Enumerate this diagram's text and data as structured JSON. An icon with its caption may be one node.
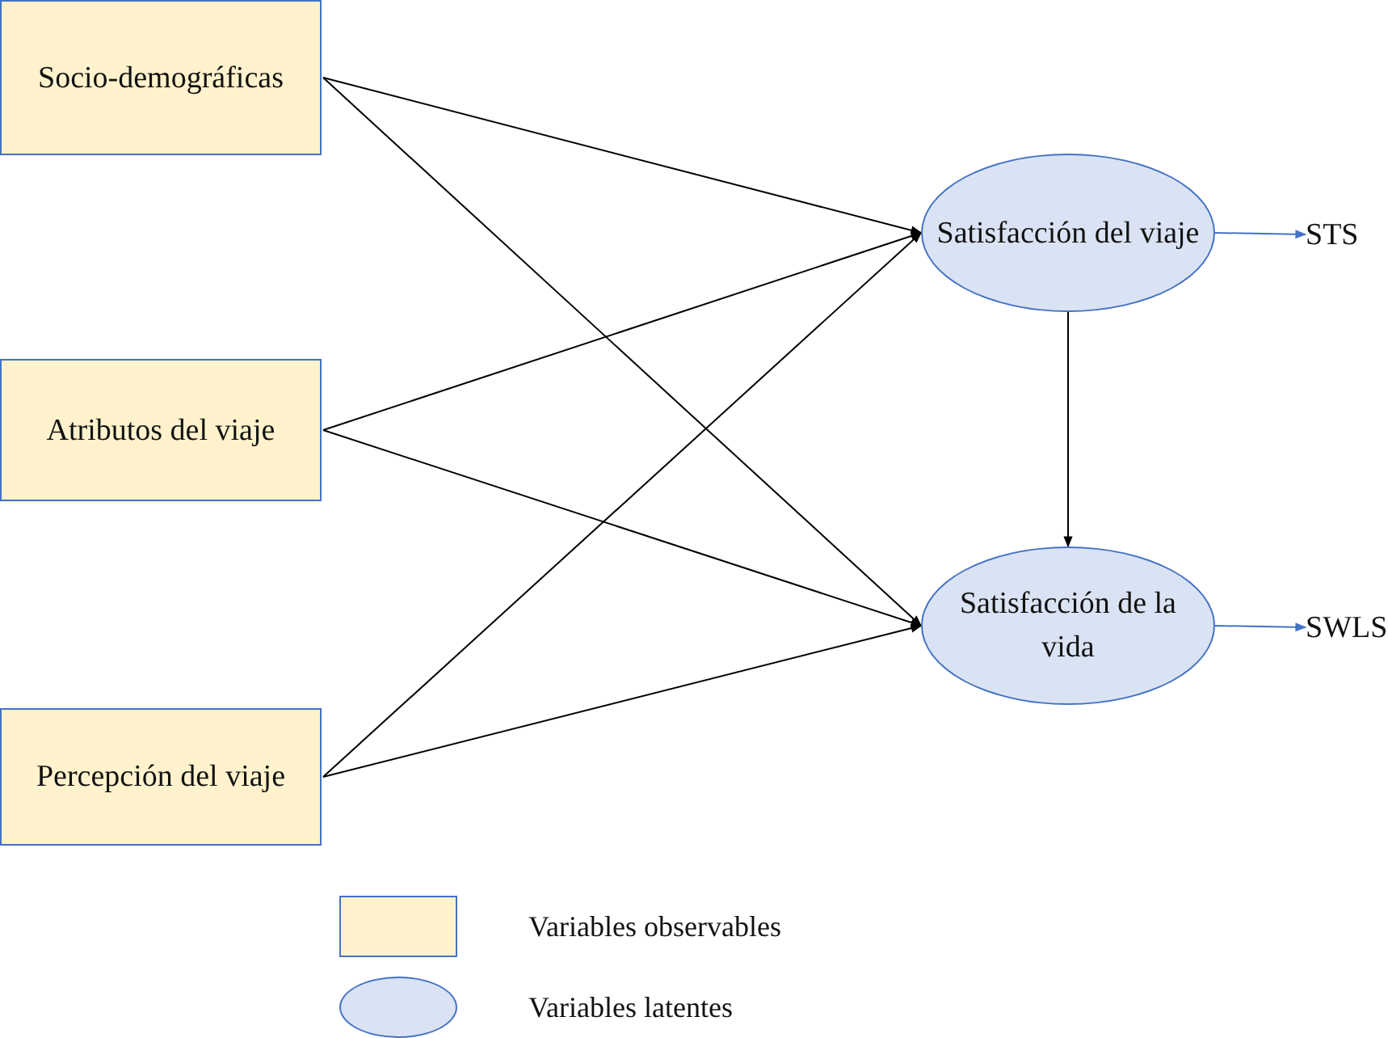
{
  "diagram": {
    "nodes": [
      {
        "text": [
          "Socio-demográficas"
        ]
      },
      {
        "text": [
          "Atributos del viaje"
        ]
      },
      {
        "text": [
          "Percepción del viaje"
        ]
      },
      {
        "text": [
          "Satisfacción del viaje"
        ]
      },
      {
        "text": [
          "Satisfacción de la vida"
        ]
      },
      {
        "text": [
          "STS"
        ]
      },
      {
        "text": [
          "SWLS"
        ]
      }
    ],
    "edges": [
      {
        "from": 0,
        "to": 3,
        "arrow": "to"
      },
      {
        "from": 0,
        "to": 4,
        "arrow": "to"
      },
      {
        "from": 1,
        "to": 3,
        "arrow": "to"
      },
      {
        "from": 1,
        "to": 4,
        "arrow": "to"
      },
      {
        "from": 2,
        "to": 3,
        "arrow": "to"
      },
      {
        "from": 2,
        "to": 4,
        "arrow": "to"
      },
      {
        "from": 3,
        "to": 4,
        "arrow": "to"
      },
      {
        "from": 3,
        "to": 5,
        "arrow": "to",
        "color": "#4472c4"
      },
      {
        "from": 4,
        "to": 6,
        "arrow": "to",
        "color": "#4472c4"
      }
    ],
    "legend": [
      {
        "text": "Variables observables",
        "color": "#fff2cc"
      },
      {
        "text": "Variables latentes",
        "color": "#dae3f3"
      }
    ]
  }
}
